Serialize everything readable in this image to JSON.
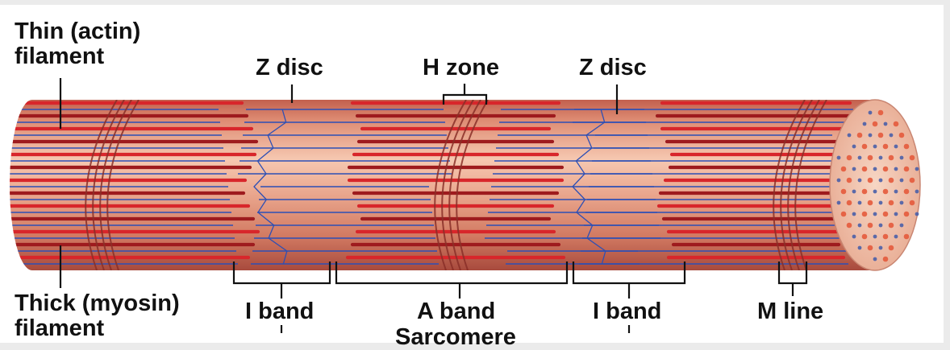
{
  "labels": {
    "thin_filament": "Thin (actin)\nfilament",
    "thick_filament": "Thick (myosin)\nfilament",
    "z_disc_left": "Z disc",
    "h_zone": "H zone",
    "z_disc_right": "Z disc",
    "i_band_left": "I band",
    "a_band": "A band",
    "i_band_right": "I band",
    "m_line": "M line",
    "sarcomere": "Sarcomere"
  },
  "colors": {
    "fiber_light": "#f2b9a2",
    "fiber_mid": "#d98067",
    "fiber_dark": "#a8463a",
    "thin_filament": "#2d4fb5",
    "thick_filament": "#d8262b",
    "thick_filament_dark": "#9e1b1e",
    "end_face": "#f3c7b1",
    "leader_line": "#111111"
  }
}
